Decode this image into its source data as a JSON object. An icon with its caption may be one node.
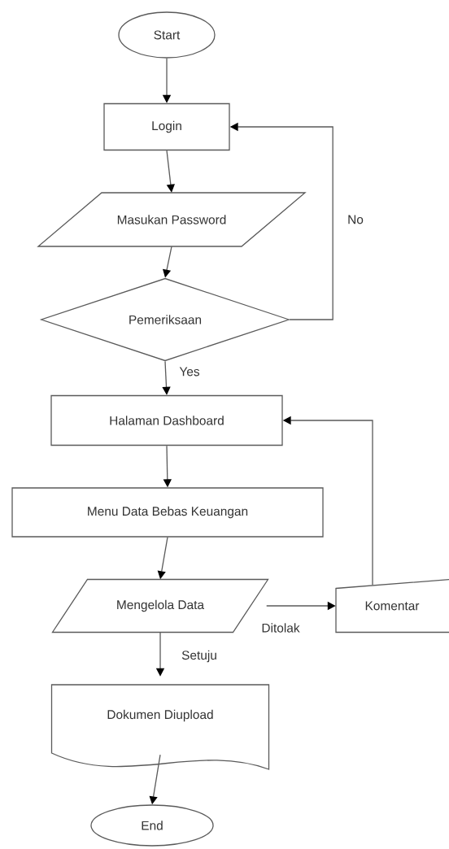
{
  "diagram": {
    "nodes": [
      {
        "text": [
          "Start"
        ]
      },
      {
        "text": [
          "Login"
        ]
      },
      {
        "text": [
          "Masukan Password"
        ]
      },
      {
        "text": [
          "Pemeriksaan"
        ]
      },
      {
        "text": [
          "Halaman Dashboard"
        ]
      },
      {
        "text": [
          "Menu Data Bebas Keuangan"
        ]
      },
      {
        "text": [
          "Mengelola Data"
        ]
      },
      {
        "text": [
          "Komentar"
        ]
      },
      {
        "text": [
          "Dokumen Diupload"
        ]
      },
      {
        "text": [
          "End"
        ]
      }
    ],
    "edges": [
      {
        "from": 0,
        "to": 1,
        "arrow": "to"
      },
      {
        "from": 1,
        "to": 2,
        "arrow": "to"
      },
      {
        "from": 2,
        "to": 3,
        "arrow": "to"
      },
      {
        "from": 3,
        "to": 4,
        "arrow": "to",
        "label": "Yes"
      },
      {
        "from": 3,
        "to": 1,
        "arrow": "to",
        "label": "No"
      },
      {
        "from": 4,
        "to": 5,
        "arrow": "to"
      },
      {
        "from": 5,
        "to": 6,
        "arrow": "to"
      },
      {
        "from": 6,
        "to": 7,
        "arrow": "to",
        "label": "Ditolak"
      },
      {
        "from": 7,
        "to": 4,
        "arrow": "to"
      },
      {
        "from": 6,
        "to": 8,
        "arrow": "to",
        "label": "Setuju"
      },
      {
        "from": 8,
        "to": 9,
        "arrow": "to"
      }
    ]
  }
}
